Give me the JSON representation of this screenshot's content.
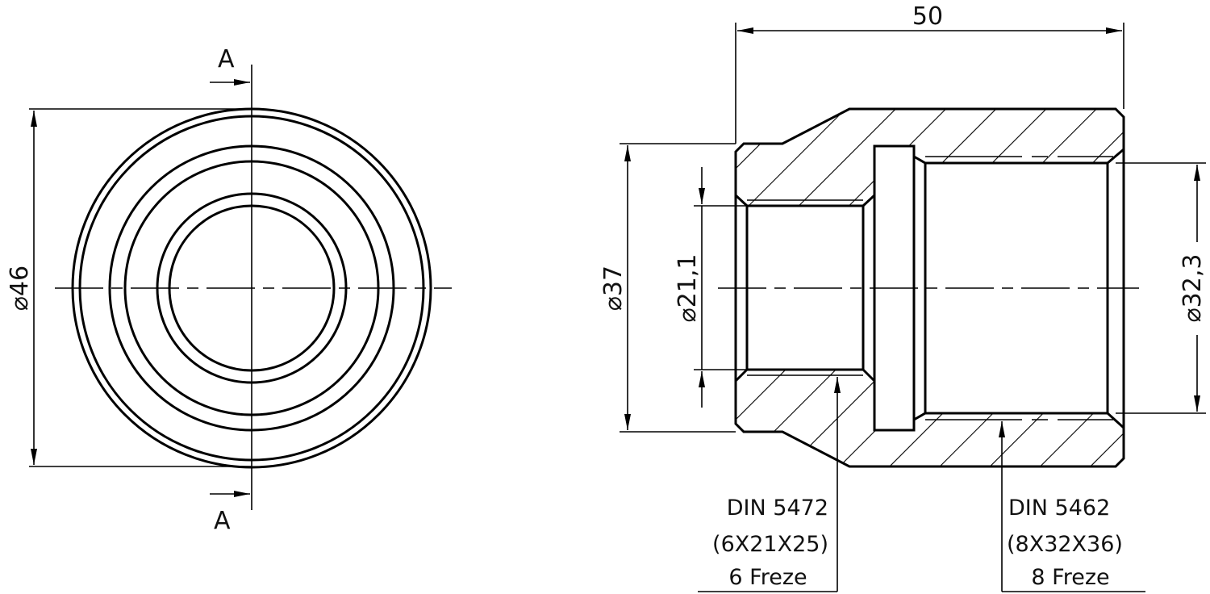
{
  "section_marks": {
    "top": "A",
    "bottom": "A"
  },
  "dimensions": {
    "outer_diameter_front": "⌀46",
    "overall_length": "50",
    "outer_diameter_small_end": "⌀37",
    "bore_small": "⌀21,1",
    "bore_large": "⌀32,3"
  },
  "callouts": [
    {
      "standard": "DIN 5472",
      "spec": "(6X21X25)",
      "note": "6 Freze"
    },
    {
      "standard": "DIN 5462",
      "spec": "(8X32X36)",
      "note": "8 Freze"
    }
  ],
  "colors": {
    "line": "#000000",
    "background": "#ffffff"
  }
}
